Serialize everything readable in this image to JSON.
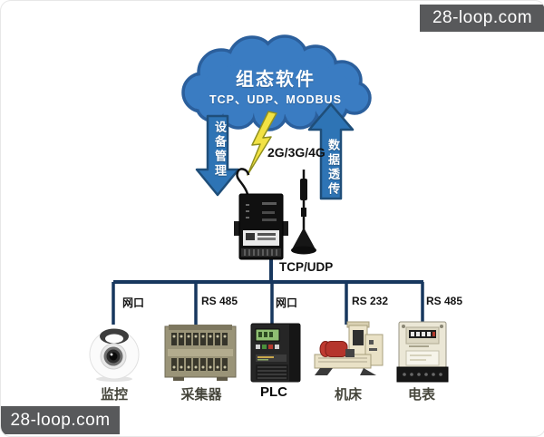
{
  "watermark": {
    "text": "28-loop.com"
  },
  "cloud": {
    "title": "组态软件",
    "subtitle": "TCP、UDP、MODBUS"
  },
  "arrows": {
    "down_label": "设备管理",
    "up_label": "数据透传"
  },
  "wireless_label": "2G/3G/4G",
  "device_link_label": "TCP/UDP",
  "ports": [
    {
      "label": "网口"
    },
    {
      "label": "RS 485"
    },
    {
      "label": "网口"
    },
    {
      "label": "RS 232"
    },
    {
      "label": "RS 485"
    }
  ],
  "devices": [
    {
      "label": "监控"
    },
    {
      "label": "采集器"
    },
    {
      "label": "PLC"
    },
    {
      "label": "机床"
    },
    {
      "label": "电表"
    }
  ],
  "colors": {
    "cloud_fill": "#3a7cc2",
    "cloud_stroke": "#2b5f9c",
    "arrow_fill": "#2e74b5",
    "arrow_stroke": "#1f4e79",
    "bus_line": "#17375e",
    "lightning_fill": "#f2e244",
    "lightning_stroke": "#90901f",
    "watermark_bg": "#58595b",
    "watermark_text": "#ffffff"
  }
}
